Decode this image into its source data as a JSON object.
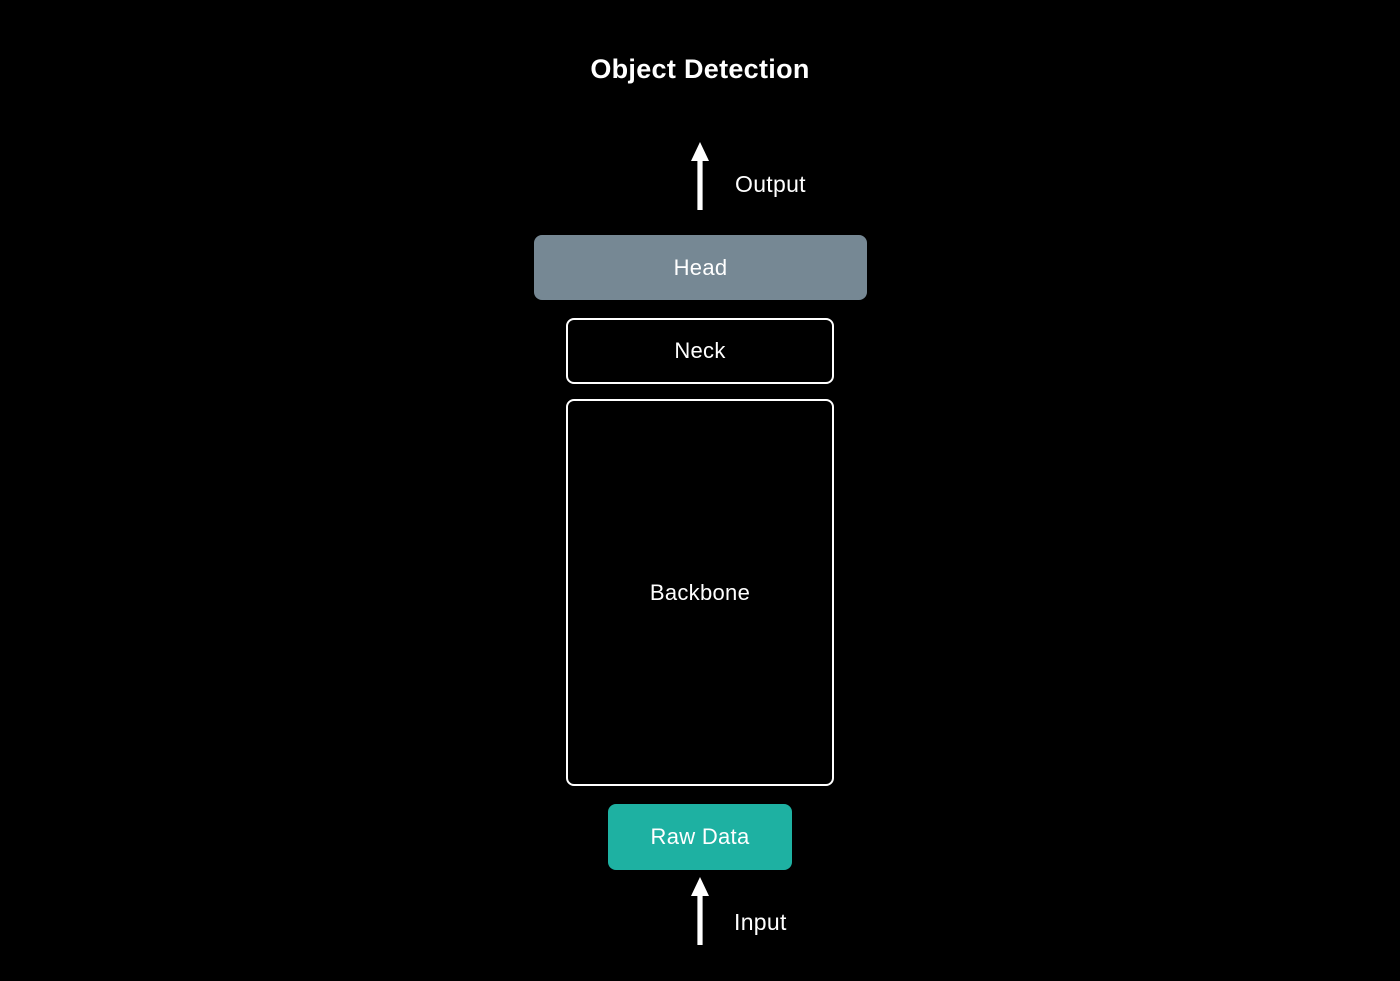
{
  "title": "Object Detection",
  "flow": {
    "direction": "bottom-to-top",
    "input_arrow_label": "Input",
    "output_arrow_label": "Output",
    "blocks": [
      {
        "id": "raw-data",
        "label": "Raw Data",
        "style": "teal-filled"
      },
      {
        "id": "backbone",
        "label": "Backbone",
        "style": "outlined"
      },
      {
        "id": "neck",
        "label": "Neck",
        "style": "outlined"
      },
      {
        "id": "head",
        "label": "Head",
        "style": "gray-filled"
      }
    ]
  },
  "colors": {
    "background": "#000000",
    "text": "#ffffff",
    "outline": "#ffffff",
    "arrow": "#ffffff",
    "head_fill": "#768894",
    "raw_data_fill": "#1eb1a2"
  }
}
